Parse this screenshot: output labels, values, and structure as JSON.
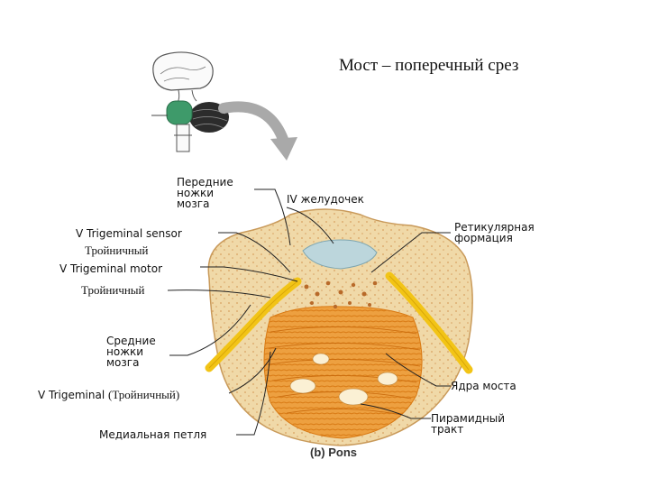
{
  "title": "Мост – поперечный срез",
  "labels": {
    "cerebral_peduncles": [
      "Передние",
      "ножки",
      "мозга"
    ],
    "fourth_ventricle": "IV желудочек",
    "trigeminal_sensor": "V Trigeminal sensor",
    "trigeminal_sensor_ru": "Тройничный",
    "trigeminal_motor": "V Trigeminal motor",
    "trigeminal_motor_ru": "Тройничный",
    "middle_peduncles": [
      "Средние",
      "ножки",
      "мозга"
    ],
    "trigeminal_nerve": "V Trigeminal",
    "trigeminal_nerve_ru": "(Тройничный)",
    "medial_lemniscus": "Медиальная петля",
    "reticular_formation": [
      "Ретикулярная",
      "формация"
    ],
    "pontine_nuclei": "Ядра моста",
    "pyramidal_tract": [
      "Пирамидный",
      "тракт"
    ]
  },
  "caption": {
    "letter": "(b)",
    "name": "Pons"
  },
  "colors": {
    "pons_base": "#f0d9a8",
    "orange_fibers": "#e8962a",
    "nerve_yellow": "#f2c416",
    "ventricle": "#bcd6dc",
    "brain_green": "#3e9a6a",
    "arrow_gray": "#a9a9a9",
    "leader_line": "#222222"
  }
}
